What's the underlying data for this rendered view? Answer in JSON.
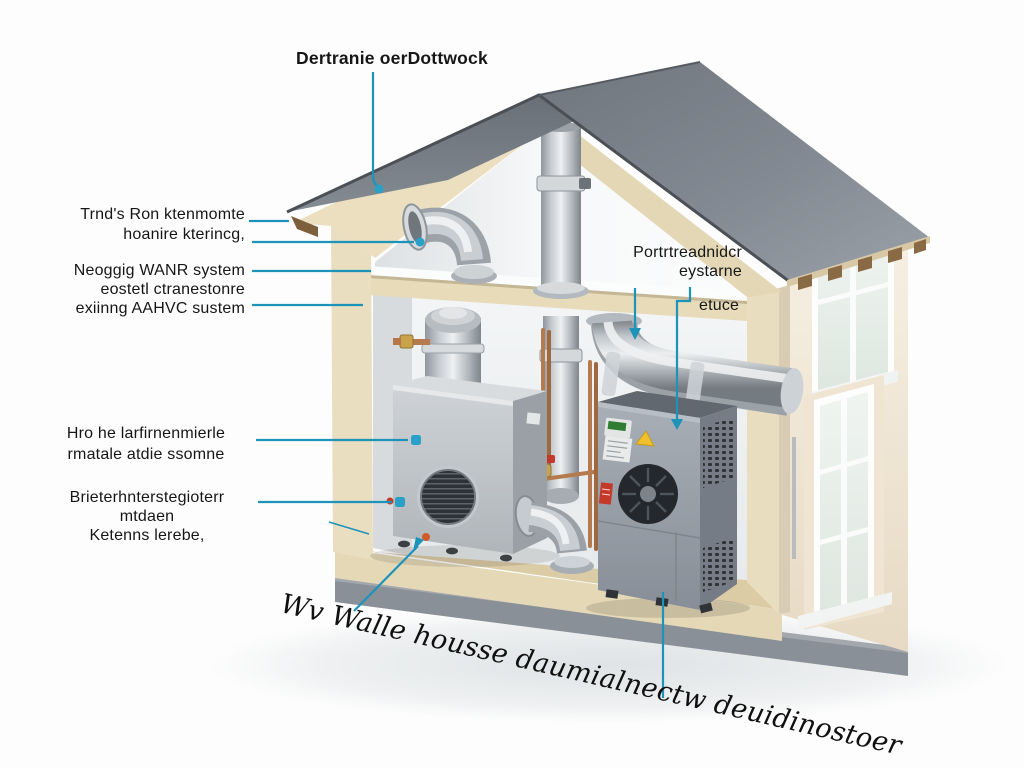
{
  "diagram_title": "House cutaway HVAC whole-house dehumidifier diagram",
  "colors": {
    "leader_line": "#1e93ba",
    "leader_dot": "#2aa0c6",
    "marker_red": "#c73b25",
    "marker_orange": "#d05a28",
    "roof_gray": "#7e858d",
    "wall_cream": "#e9dec0",
    "exterior_wall": "#f2e9da",
    "unit_light_gray": "#c6cacf",
    "unit_dark_gray": "#99a0a8",
    "duct_silver": "#c7ccd0",
    "text": "#161616"
  },
  "labels": {
    "top": "Dertranie oerDottwock",
    "left1": [
      "Trnd's Ron ktenmomte",
      "hoanire kterincg,"
    ],
    "left2": [
      "Neoggig WANR system",
      "eostetl ctranestonre",
      "exiinng AAHVC sustem"
    ],
    "left3": [
      "Hro he larfirnenmierle",
      "rmatale atdie ssomne"
    ],
    "left4": [
      "Brieterhnterstegioterr",
      "mtdaen",
      "Ketenns lerebe,"
    ],
    "right": [
      "Portrtreadnidcr",
      "eystarne"
    ],
    "right_sub": "etuce",
    "bottom": "Wv Walle housse daumialnectw deuidinostoer"
  }
}
